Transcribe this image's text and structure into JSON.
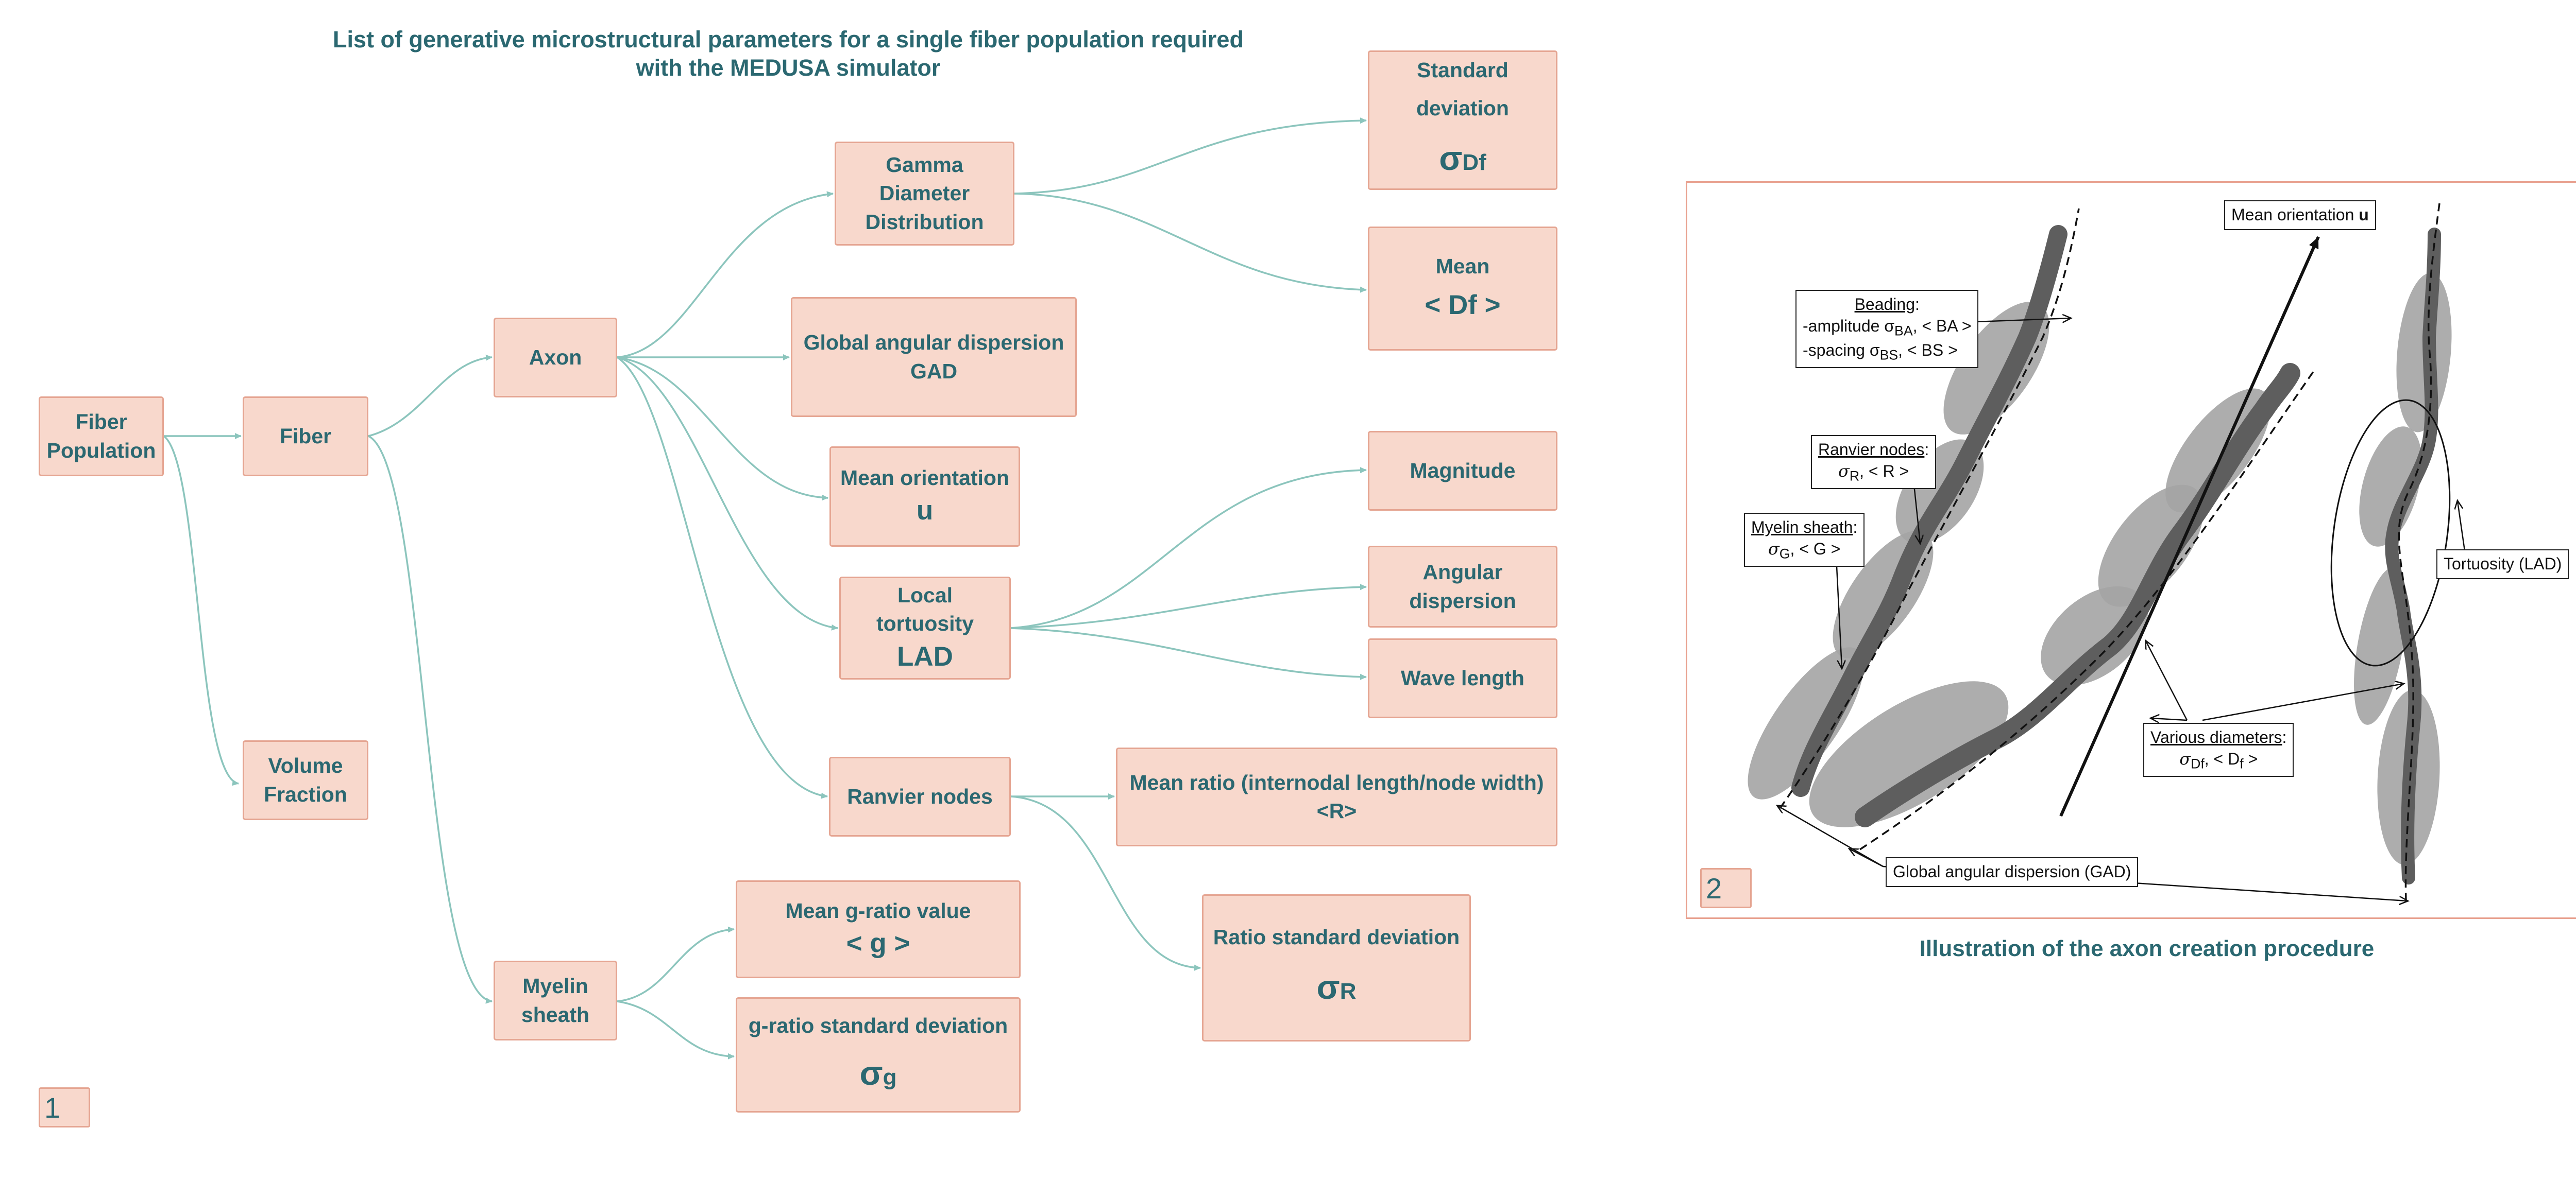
{
  "left_panel": {
    "title_line1": "List of generative microstructural parameters for a single fiber population required",
    "title_line2": "with the MEDUSA simulator",
    "panel_number": "1",
    "nodes": {
      "fiber_population": [
        "Fiber",
        "Population"
      ],
      "fiber": "Fiber",
      "volume_fraction": [
        "Volume",
        "Fraction"
      ],
      "axon": "Axon",
      "myelin_sheath": [
        "Myelin",
        "sheath"
      ],
      "gamma_diameter": [
        "Gamma",
        "Diameter",
        "Distribution"
      ],
      "std_dev": {
        "line1": "Standard",
        "line2": "deviation",
        "symbol": "σ",
        "sub": "Df"
      },
      "mean_df": {
        "line1": "Mean",
        "line2": "< Df >"
      },
      "gad": [
        "Global angular dispersion",
        "GAD"
      ],
      "mean_orientation": [
        "Mean orientation",
        "u"
      ],
      "local_tortuosity": [
        "Local",
        "tortuosity",
        "LAD"
      ],
      "magnitude": "Magnitude",
      "angular_dispersion": [
        "Angular",
        "dispersion"
      ],
      "wave_length": "Wave length",
      "ranvier_nodes": "Ranvier nodes",
      "mean_ratio": [
        "Mean ratio (internodal length/node width)",
        "<R>"
      ],
      "ratio_std": {
        "line1": "Ratio standard deviation",
        "symbol": "σ",
        "sub": "R"
      },
      "mean_g": [
        "Mean g-ratio value",
        "< g >"
      ],
      "g_std": {
        "line1": "g-ratio standard deviation",
        "symbol": "σ",
        "sub": "g"
      }
    }
  },
  "right_panel": {
    "panel_number": "2",
    "caption": "Illustration of the axon creation procedure",
    "labels": {
      "mean_orientation": "Mean orientation",
      "mean_orientation_bold": "u",
      "beading_title": "Beading",
      "beading_amp": "-amplitude σ",
      "beading_amp_sub": "BA",
      "beading_amp_mean": ", < BA >",
      "beading_spacing": "-spacing σ",
      "beading_spacing_sub": "BS",
      "beading_spacing_mean": ", < BS >",
      "ranvier_title": "Ranvier nodes",
      "ranvier_val": "σ",
      "ranvier_sub": "R",
      "ranvier_mean": ", < R >",
      "myelin_title": "Myelin sheath",
      "myelin_val": "σ",
      "myelin_sub": "G",
      "myelin_mean": ", < G >",
      "tortuosity": "Tortuosity (LAD)",
      "diameters_title": "Various diameters",
      "diameters_val": "σ",
      "diameters_sub": "Df",
      "diameters_mean": ", < D",
      "diameters_mean_sub": "f",
      "diameters_mean_end": " >",
      "gad": "Global angular dispersion (GAD)"
    }
  },
  "colors": {
    "box_fill": "#f8d8cc",
    "box_border": "#e5a592",
    "text": "#2b6871",
    "connector": "#8cc5bd"
  }
}
